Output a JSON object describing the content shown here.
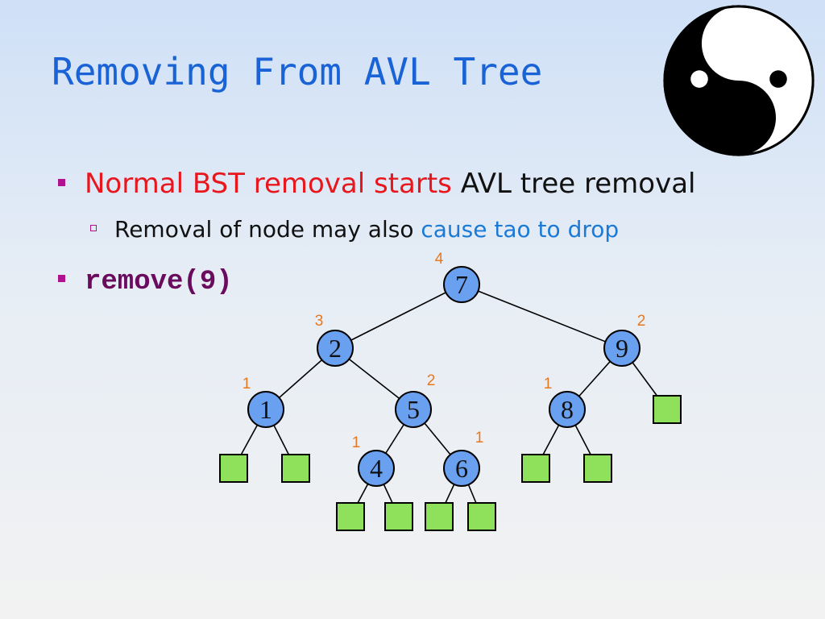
{
  "slide": {
    "title": "Removing From AVL Tree",
    "bullet1": {
      "red_text": "Normal BST removal starts",
      "black_text": " AVL tree removal"
    },
    "sub_bullet": {
      "black_text": "Removal of node may also ",
      "blue_text": "cause tao to drop"
    },
    "bullet2": {
      "code": "remove(9)"
    }
  },
  "colors": {
    "title": "#1a63d6",
    "node_fill": "#6aa0f0",
    "leaf_fill": "#8fe05a",
    "height_label": "#e8771d",
    "bullet": "#b0128f"
  },
  "tree": {
    "nodes": [
      {
        "id": "n7",
        "label": "7",
        "height": "4"
      },
      {
        "id": "n2",
        "label": "2",
        "height": "3"
      },
      {
        "id": "n9",
        "label": "9",
        "height": "2"
      },
      {
        "id": "n1",
        "label": "1",
        "height": "1"
      },
      {
        "id": "n5",
        "label": "5",
        "height": "2"
      },
      {
        "id": "n8",
        "label": "8",
        "height": "1"
      },
      {
        "id": "n4",
        "label": "4",
        "height": "1"
      },
      {
        "id": "n6",
        "label": "6",
        "height": "1"
      }
    ],
    "edges": [
      [
        "n7",
        "n2"
      ],
      [
        "n7",
        "n9"
      ],
      [
        "n2",
        "n1"
      ],
      [
        "n2",
        "n5"
      ],
      [
        "n9",
        "n8"
      ],
      [
        "n9",
        "leaf9r"
      ],
      [
        "n1",
        "leaf1l"
      ],
      [
        "n1",
        "leaf1r"
      ],
      [
        "n5",
        "n4"
      ],
      [
        "n5",
        "n6"
      ],
      [
        "n8",
        "leaf8l"
      ],
      [
        "n8",
        "leaf8r"
      ],
      [
        "n4",
        "leaf4l"
      ],
      [
        "n4",
        "leaf4r"
      ],
      [
        "n6",
        "leaf6l"
      ],
      [
        "n6",
        "leaf6r"
      ]
    ],
    "leaves": [
      "leaf1l",
      "leaf1r",
      "leaf4l",
      "leaf4r",
      "leaf6l",
      "leaf6r",
      "leaf8l",
      "leaf8r",
      "leaf9r"
    ]
  }
}
